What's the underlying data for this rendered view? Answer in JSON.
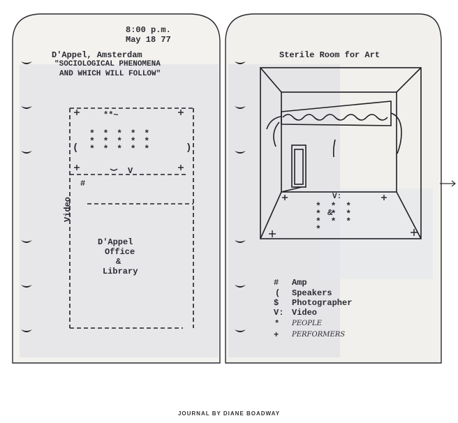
{
  "left_page": {
    "time": "8:00 p.m.",
    "date": "May 18 77",
    "venue": "D'Appel, Amsterdam",
    "title_line1": "\"SOCIOLOGICAL PHENOMENA",
    "title_line2": "AND WHICH WILL FOLLOW\"",
    "video_label": "Video",
    "office_line1": "D'Appel",
    "office_line2": "Office",
    "office_line3": "&",
    "office_line4": "Library",
    "marks": {
      "crowd": "*  *  *  *  *  *  *  *  *  *  *  *  *  *  *",
      "speaker_left": "(",
      "speaker_right": ")",
      "video_mark": "V",
      "amp_mark": "#",
      "photographer_mark": "**~"
    }
  },
  "right_page": {
    "title": "Sterile Room for Art",
    "legend": [
      {
        "symbol": "#",
        "label": "Amp"
      },
      {
        "symbol": "(",
        "label": "Speakers"
      },
      {
        "symbol": "$",
        "label": "Photographer"
      },
      {
        "symbol": "V:",
        "label": "Video"
      },
      {
        "symbol": "*",
        "label": "PEOPLE"
      },
      {
        "symbol": "+",
        "label": "PERFORMERS"
      }
    ],
    "marks": {
      "video_mark": "V:",
      "photographer_mark": "&"
    }
  },
  "caption": "JOURNAL BY DIANE BOADWAY"
}
